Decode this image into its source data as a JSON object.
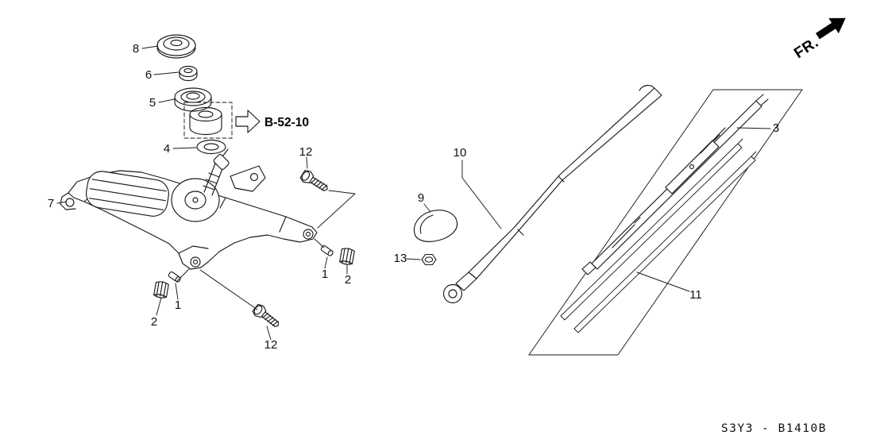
{
  "diagram": {
    "background": "#ffffff",
    "line_color": "#1a1a1a",
    "fr_label": "FR.",
    "page_code": "S3Y3 - B1410B",
    "ref_label": "B-52-10"
  },
  "callouts": {
    "c8": "8",
    "c6": "6",
    "c5": "5",
    "c4": "4",
    "c7": "7",
    "c12_top": "12",
    "c1_right": "1",
    "c2_right": "2",
    "c1_left": "1",
    "c2_left": "2",
    "c12_bottom": "12",
    "c13": "13",
    "c9": "9",
    "c10": "10",
    "c3": "3",
    "c11": "11"
  }
}
